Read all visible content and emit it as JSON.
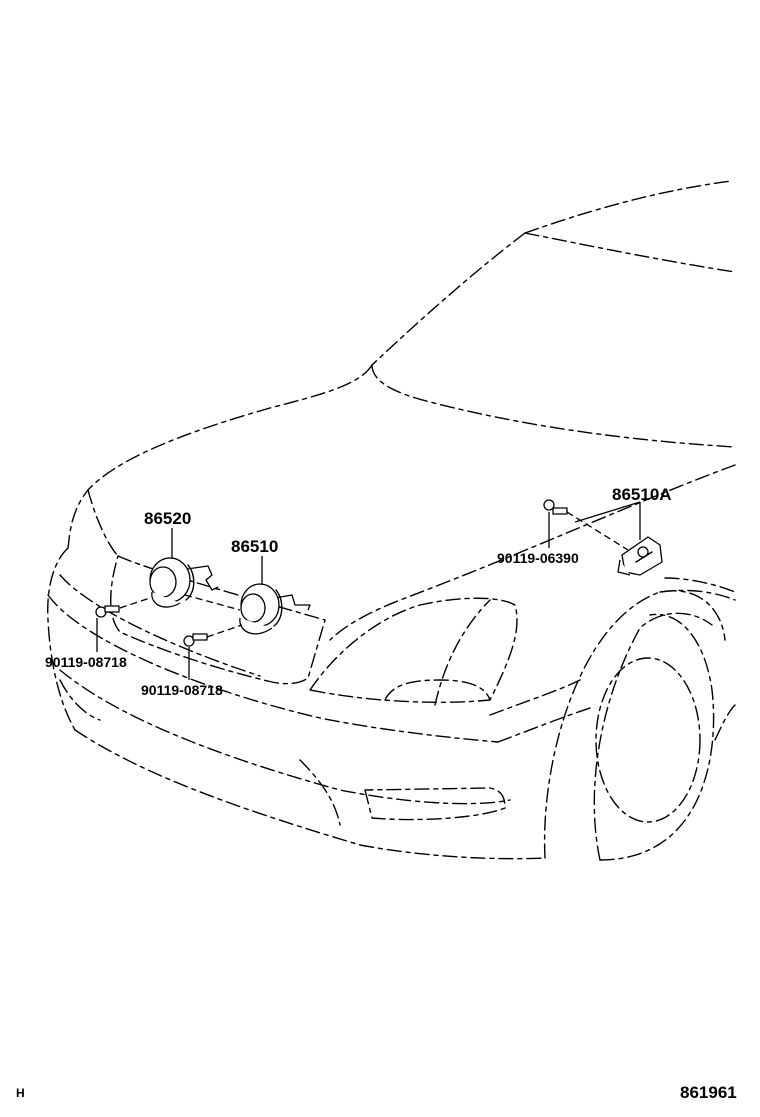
{
  "parts": [
    {
      "id": "horn-high",
      "number": "86520"
    },
    {
      "id": "horn-low",
      "number": "86510"
    },
    {
      "id": "horn-bracket",
      "number": "86510A"
    },
    {
      "id": "bolt-left",
      "number": "90119-08718"
    },
    {
      "id": "bolt-center",
      "number": "90119-08718"
    },
    {
      "id": "bolt-bracket",
      "number": "90119-06390"
    }
  ],
  "footer": {
    "left_code": "H",
    "diagram_number": "861961"
  }
}
